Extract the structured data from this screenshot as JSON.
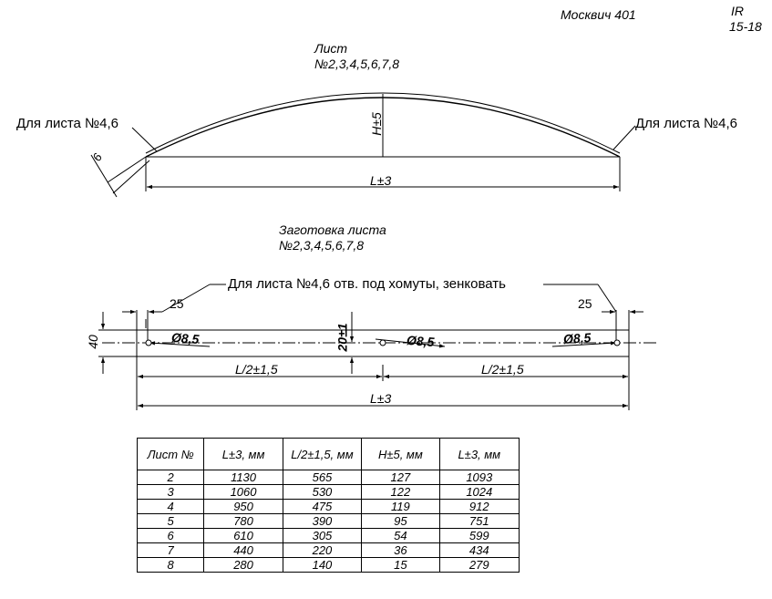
{
  "header": {
    "model": "Москвич 401",
    "code_line1": "IR",
    "code_line2": "15-18"
  },
  "top_view": {
    "title_line1": "Лист",
    "title_line2": "№2,3,4,5,6,7,8",
    "callout_left": "Для листа №4,6",
    "callout_right": "Для листа №4,6",
    "dim_thickness": "6",
    "dim_height": "H±5",
    "dim_length": "L±3"
  },
  "blank_view": {
    "title_line1": "Заготовка листа",
    "title_line2": "№2,3,4,5,6,7,8",
    "note": "Для листа №4,6 отв. под хомуты, зенковать",
    "dim_offset_left": "25",
    "dim_offset_right": "25",
    "dim_width": "40",
    "dim_center_height": "20±1",
    "hole_left": "Ø8,5",
    "hole_center": "Ø8,5",
    "hole_right": "Ø8,5",
    "dim_half_left": "L/2±1,5",
    "dim_half_right": "L/2±1,5",
    "dim_total": "L±3"
  },
  "table": {
    "headers": [
      "Лист №",
      "L±3, мм",
      "L/2±1,5, мм",
      "H±5, мм",
      "L±3, мм"
    ],
    "rows": [
      [
        "2",
        "1130",
        "565",
        "127",
        "1093"
      ],
      [
        "3",
        "1060",
        "530",
        "122",
        "1024"
      ],
      [
        "4",
        "950",
        "475",
        "119",
        "912"
      ],
      [
        "5",
        "780",
        "390",
        "95",
        "751"
      ],
      [
        "6",
        "610",
        "305",
        "54",
        "599"
      ],
      [
        "7",
        "440",
        "220",
        "36",
        "434"
      ],
      [
        "8",
        "280",
        "140",
        "15",
        "279"
      ]
    ]
  }
}
